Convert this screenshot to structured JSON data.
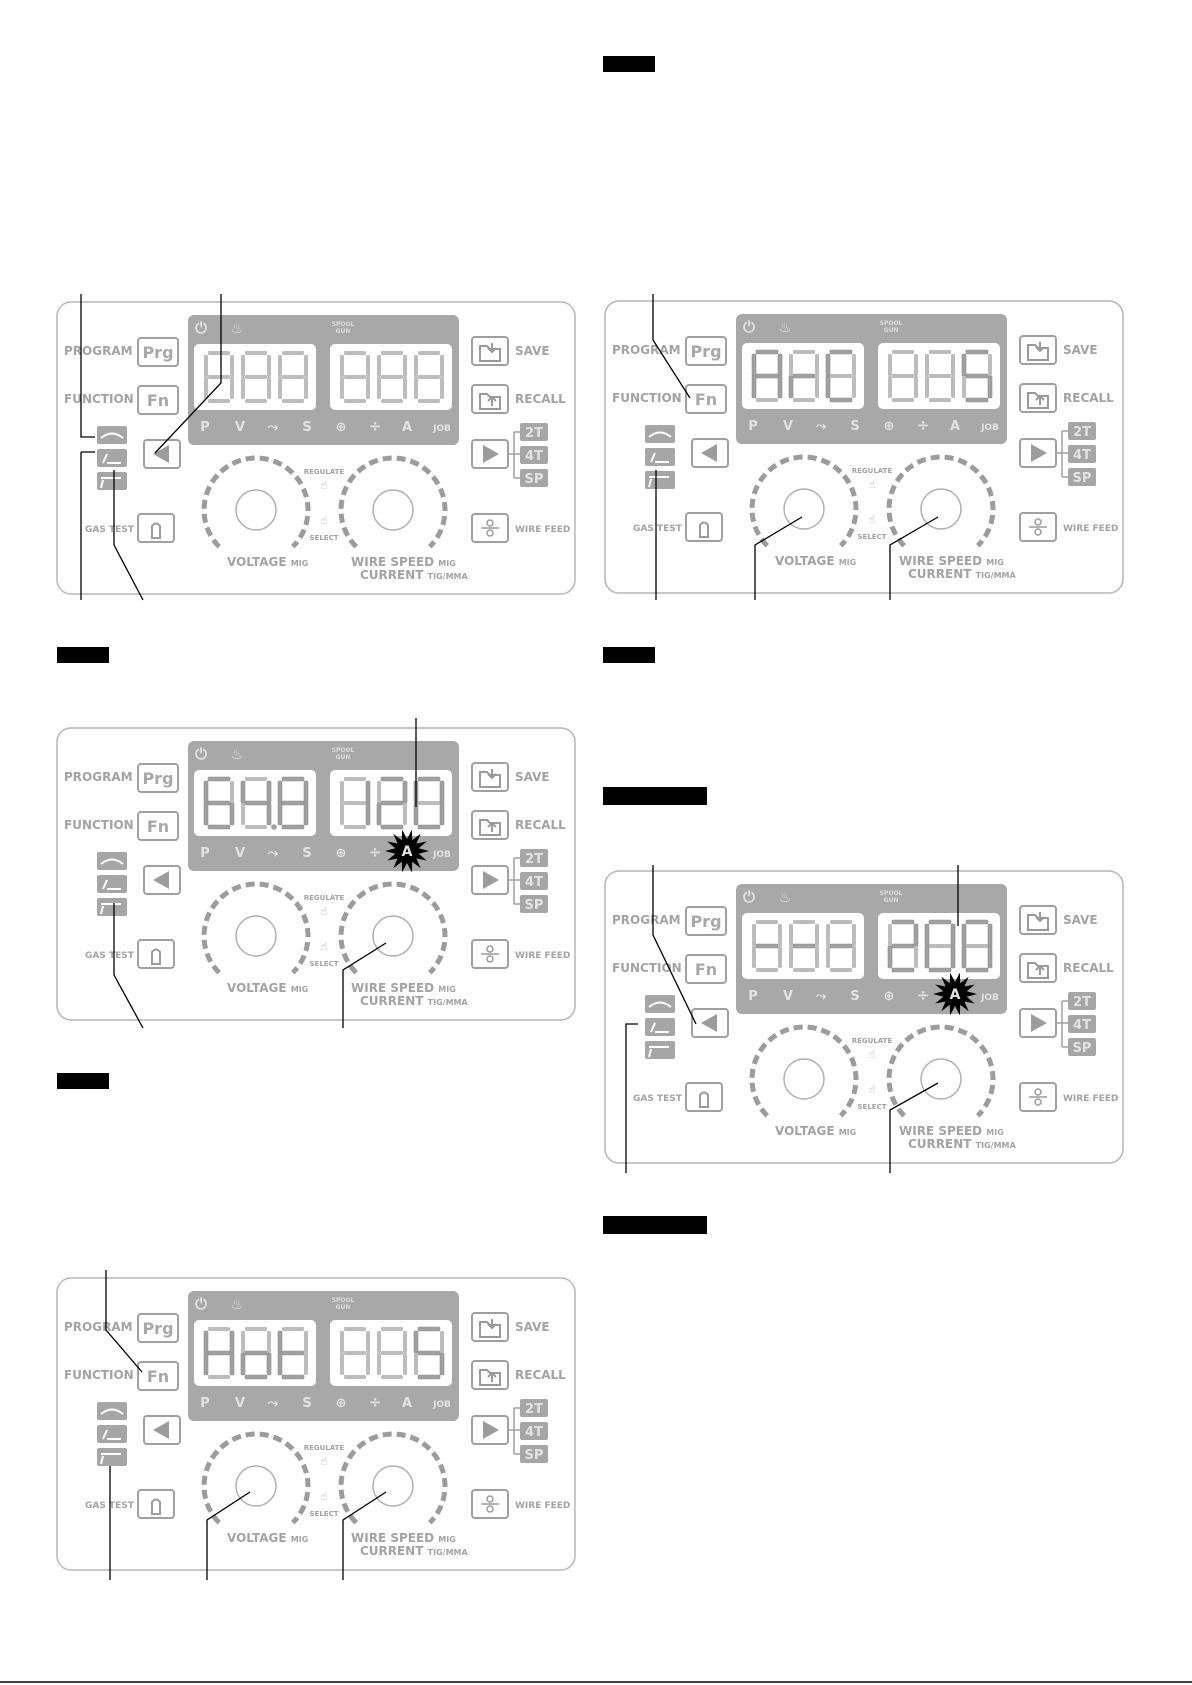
{
  "panel_labels": {
    "program": "PROGRAM",
    "prg": "Prg",
    "function": "FUNCTION",
    "fn": "Fn",
    "save": "SAVE",
    "recall": "RECALL",
    "gas_test": "GAS TEST",
    "wire_feed": "WIRE FEED",
    "spool": "SPOOL",
    "gun": "GUN",
    "regulate": "REGULATE",
    "select": "SELECT",
    "voltage": "VOLTAGE",
    "mig": "MIG",
    "wire_speed": "WIRE SPEED",
    "current": "CURRENT",
    "tig_mma": "TIG/MMA",
    "mode_2t": "2T",
    "mode_4t": "4T",
    "mode_sp": "SP",
    "ind_p": "P",
    "ind_v": "V",
    "ind_s": "S",
    "ind_a": "A",
    "ind_job": "JOB"
  },
  "panels": [
    {
      "id": "p1",
      "left_display": "",
      "right_display": "",
      "burst": false
    },
    {
      "id": "p2",
      "left_display": "ArC",
      "right_display": "5",
      "burst": false
    },
    {
      "id": "p3",
      "left_display": "64.8",
      "right_display": "120",
      "burst": true
    },
    {
      "id": "p4",
      "left_display": "---",
      "right_display": "200",
      "burst": true
    },
    {
      "id": "p5",
      "left_display": "Hot",
      "right_display": "5",
      "burst": false
    }
  ],
  "colors": {
    "panel_outline": "#b5b5b5",
    "display_frame": "#a8a8a8",
    "segment_off": "#bdbdbd",
    "segment_on": "#a0a0a0",
    "label": "#a3a3a3",
    "tag": "#000000"
  }
}
